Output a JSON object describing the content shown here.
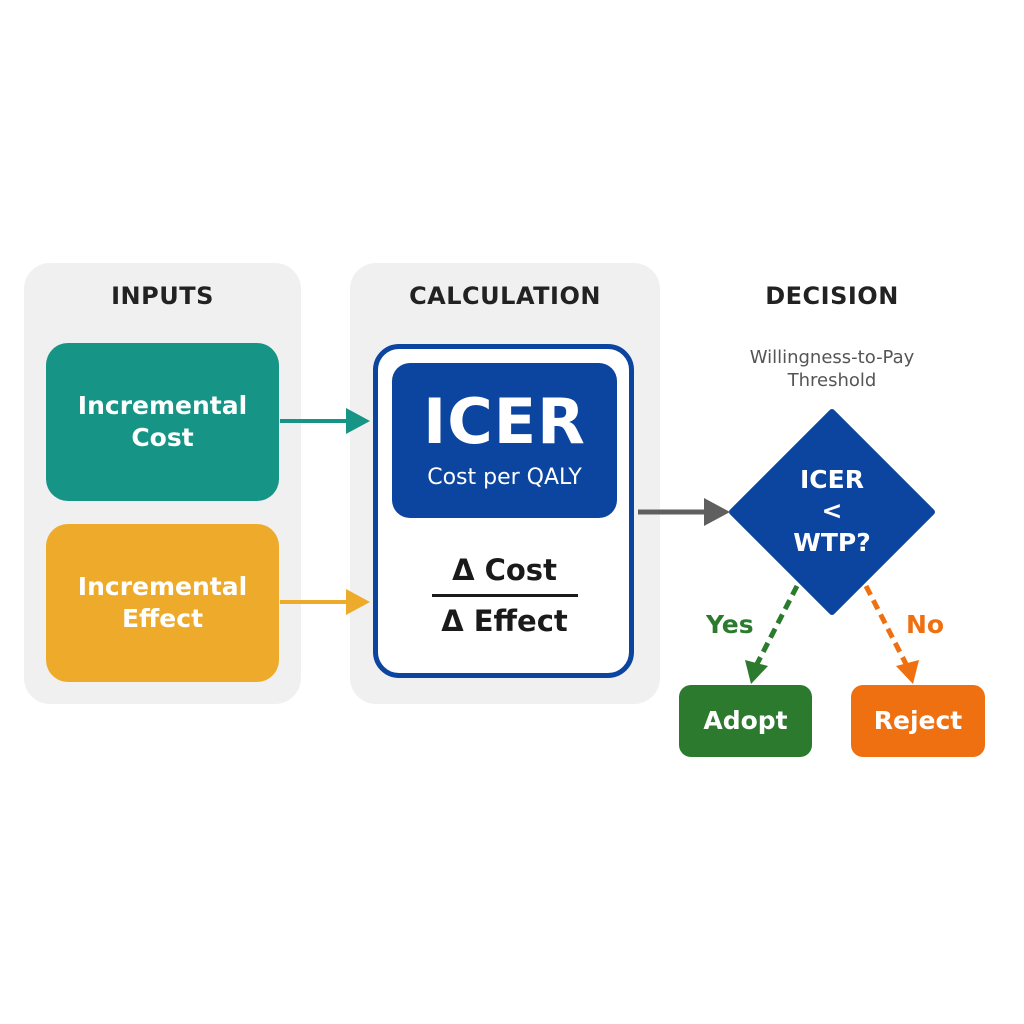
{
  "sections": {
    "inputs": "INPUTS",
    "calculation": "CALCULATION",
    "decision": "DECISION"
  },
  "inputs": {
    "cost": {
      "line1": "Incremental",
      "line2": "Cost"
    },
    "effect": {
      "line1": "Incremental",
      "line2": "Effect"
    }
  },
  "calculation": {
    "title": "ICER",
    "subtitle": "Cost per QALY",
    "numerator": "Δ Cost",
    "denominator": "Δ Effect"
  },
  "decision": {
    "threshold_line1": "Willingness-to-Pay",
    "threshold_line2": "Threshold",
    "question_line1": "ICER",
    "question_line2": "<",
    "question_line3": "WTP?",
    "yes_label": "Yes",
    "no_label": "No",
    "adopt": "Adopt",
    "reject": "Reject"
  },
  "colors": {
    "teal": "#169486",
    "amber": "#eeab2b",
    "blue": "#0b45a0",
    "green": "#2b7a2e",
    "orange": "#ef7010",
    "gray_arrow": "#5f5f5f"
  }
}
